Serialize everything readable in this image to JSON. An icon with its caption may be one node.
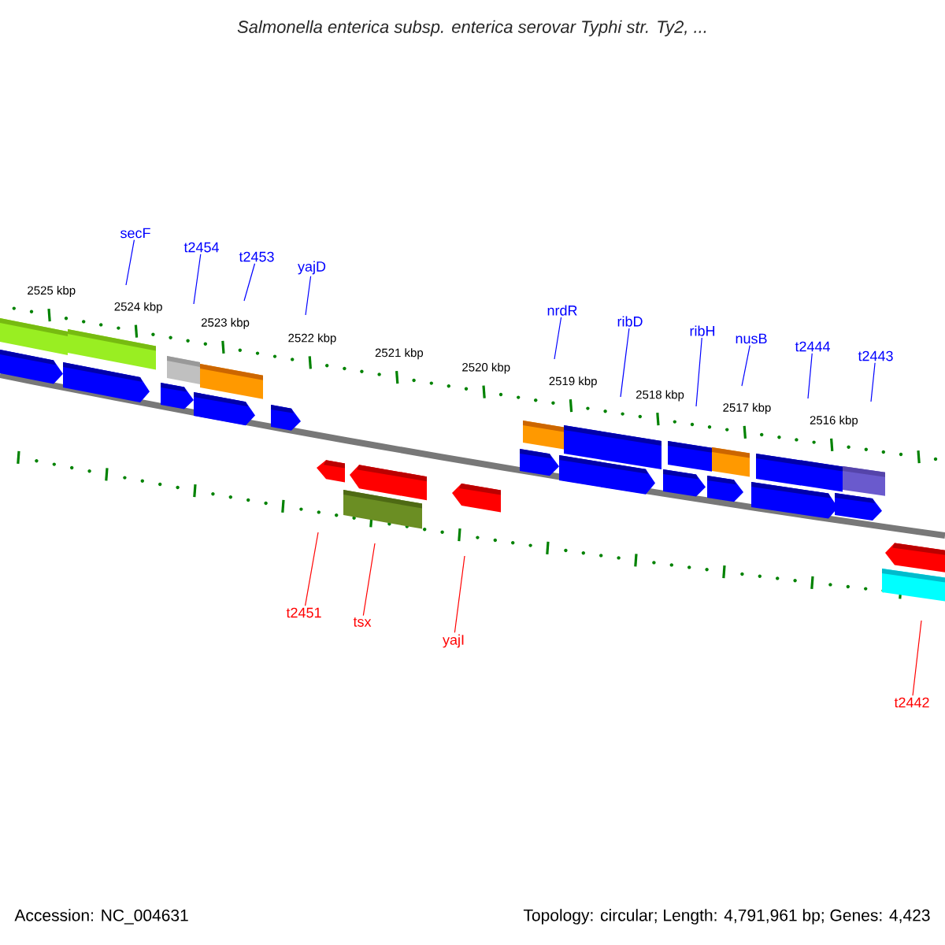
{
  "diagram": {
    "title": "Salmonella enterica subsp. enterica serovar Typhi str. Ty2, ...",
    "nodes": [
      {
        "text": [
          "secF"
        ]
      },
      {
        "text": [
          "t2454"
        ]
      },
      {
        "text": [
          "t2453"
        ]
      },
      {
        "text": [
          "yajD"
        ]
      },
      {
        "text": [
          "nrdR"
        ]
      },
      {
        "text": [
          "ribD"
        ]
      },
      {
        "text": [
          "ribH"
        ]
      },
      {
        "text": [
          "nusB"
        ]
      },
      {
        "text": [
          "t2444"
        ]
      },
      {
        "text": [
          "t2443"
        ]
      },
      {
        "text": [
          "t2451"
        ]
      },
      {
        "text": [
          "tsx"
        ]
      },
      {
        "text": [
          "yajI"
        ]
      },
      {
        "text": [
          "t2442"
        ]
      }
    ],
    "edges": [
      {
        "from": 0,
        "to": null,
        "arrow": "none"
      },
      {
        "from": 1,
        "to": null,
        "arrow": "none"
      },
      {
        "from": 2,
        "to": null,
        "arrow": "none"
      },
      {
        "from": 3,
        "to": null,
        "arrow": "none"
      },
      {
        "from": 4,
        "to": null,
        "arrow": "none"
      },
      {
        "from": 5,
        "to": null,
        "arrow": "none"
      },
      {
        "from": 6,
        "to": null,
        "arrow": "none"
      },
      {
        "from": 7,
        "to": null,
        "arrow": "none"
      },
      {
        "from": 8,
        "to": null,
        "arrow": "none"
      },
      {
        "from": 9,
        "to": null,
        "arrow": "none"
      },
      {
        "from": 10,
        "to": null,
        "arrow": "none",
        "color": "#ff0000"
      },
      {
        "from": 11,
        "to": null,
        "arrow": "none",
        "color": "#ff0000"
      },
      {
        "from": 12,
        "to": null,
        "arrow": "none",
        "color": "#ff0000"
      },
      {
        "from": 13,
        "to": null,
        "arrow": "none",
        "color": "#ff0000"
      }
    ],
    "labels": [
      "2525 kbp",
      "2524 kbp",
      "2523 kbp",
      "2522 kbp",
      "2521 kbp",
      "2520 kbp",
      "2519 kbp",
      "2518 kbp",
      "2517 kbp",
      "2516 kbp",
      "Accession: NC_004631",
      "Topology: circular; Length: 4,791,961 bp; Genes: 4,423"
    ]
  }
}
